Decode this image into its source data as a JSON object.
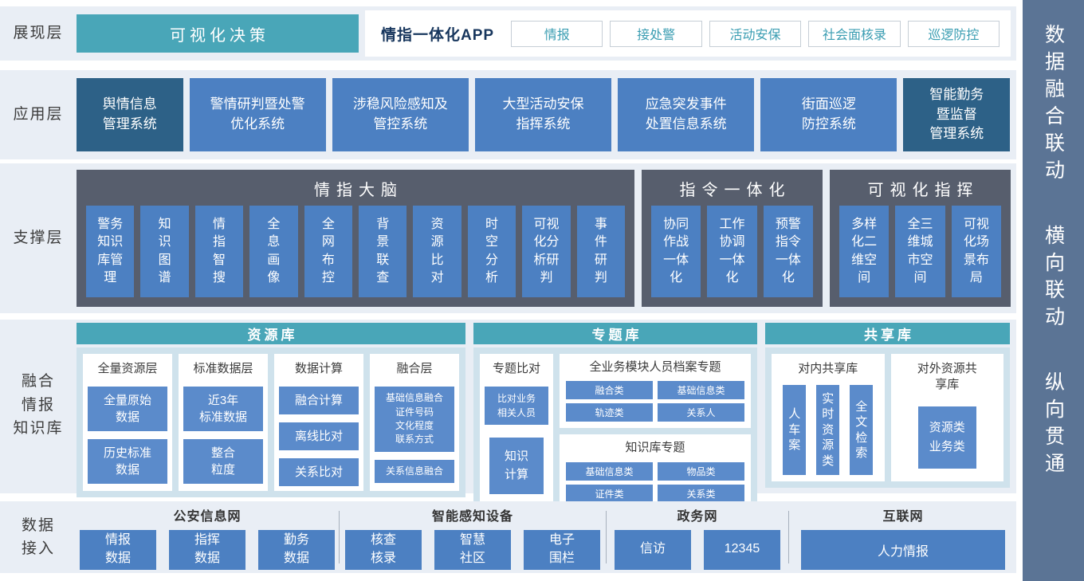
{
  "colors": {
    "teal": "#49a6b8",
    "blue": "#4c80c2",
    "dark_blue": "#2d6187",
    "panel_gray": "#575e6d",
    "section_body": "#cfe2ec",
    "inner_blue": "#5b8bcb",
    "side_bar": "#5b7495",
    "row_bg": "#e9eef5"
  },
  "presentation": {
    "label": "展现层",
    "viz_button": "可视化决策",
    "app_title": "情指一体化APP",
    "app_buttons": [
      "情报",
      "接处警",
      "活动安保",
      "社会面核录",
      "巡逻防控"
    ]
  },
  "application": {
    "label": "应用层",
    "systems": [
      "舆情信息\n管理系统",
      "警情研判暨处警\n优化系统",
      "涉稳风险感知及\n管控系统",
      "大型活动安保\n指挥系统",
      "应急突发事件\n处置信息系统",
      "街面巡逻\n防控系统",
      "智能勤务\n暨监督\n管理系统"
    ]
  },
  "support": {
    "label": "支撑层",
    "brain": {
      "title": "情指大脑",
      "buttons": [
        "警务\n知识\n库管\n理",
        "知\n识\n图\n谱",
        "情\n指\n智\n搜",
        "全\n息\n画\n像",
        "全\n网\n布\n控",
        "背\n景\n联\n查",
        "资\n源\n比\n对",
        "时\n空\n分\n析",
        "可视\n化分\n析研\n判",
        "事\n件\n研\n判"
      ]
    },
    "command": {
      "title": "指令一体化",
      "buttons": [
        "协同\n作战\n一体\n化",
        "工作\n协调\n一体\n化",
        "预警\n指令\n一体\n化"
      ]
    },
    "visual": {
      "title": "可视化指挥",
      "buttons": [
        "多样\n化二\n维空\n间",
        "全三\n维城\n市空\n间",
        "可视\n化场\n景布\n局"
      ]
    }
  },
  "knowledge": {
    "label": "融合\n情报\n知识库",
    "resource": {
      "title": "资源库",
      "columns": [
        {
          "title": "全量资源层",
          "buttons": [
            "全量原始\n数据",
            "历史标准\n数据"
          ]
        },
        {
          "title": "标准数据层",
          "buttons": [
            "近3年\n标准数据",
            "整合\n粒度"
          ]
        },
        {
          "title": "数据计算",
          "buttons": [
            "融合计算",
            "离线比对",
            "关系比对"
          ]
        },
        {
          "title": "融合层",
          "buttons": [
            "基础信息融合\n证件号码\n文化程度\n联系方式",
            "关系信息融合"
          ]
        }
      ]
    },
    "topic": {
      "title": "专题库",
      "compare": {
        "title": "专题比对",
        "buttons": [
          "比对业务\n相关人员",
          "知识\n计算"
        ]
      },
      "personnel": {
        "title": "全业务模块人员档案专题",
        "buttons": [
          "融合类",
          "基础信息类",
          "轨迹类",
          "关系人"
        ]
      },
      "kb": {
        "title": "知识库专题",
        "buttons": [
          "基础信息类",
          "物品类",
          "证件类",
          "关系类"
        ]
      }
    },
    "share": {
      "title": "共享库",
      "internal": {
        "title": "对内共享库",
        "buttons": [
          "人\n车\n案",
          "实\n时\n资\n源\n类",
          "全\n文\n检\n索"
        ]
      },
      "external": {
        "title": "对外资源共\n享库",
        "button": "资源类\n业务类"
      }
    }
  },
  "access": {
    "label": "数据\n接入",
    "groups": [
      {
        "title": "公安信息网",
        "buttons": [
          "情报\n数据",
          "指挥\n数据",
          "勤务\n数据"
        ]
      },
      {
        "title": "智能感知设备",
        "buttons": [
          "核查\n核录",
          "智慧\n社区",
          "电子\n围栏"
        ]
      },
      {
        "title": "政务网",
        "buttons": [
          "信访",
          "12345"
        ]
      },
      {
        "title": "互联网",
        "buttons": [
          "人力情报"
        ]
      }
    ]
  },
  "sidebar": {
    "items": [
      "数据融合联动",
      "横向联动",
      "纵向贯通"
    ]
  }
}
